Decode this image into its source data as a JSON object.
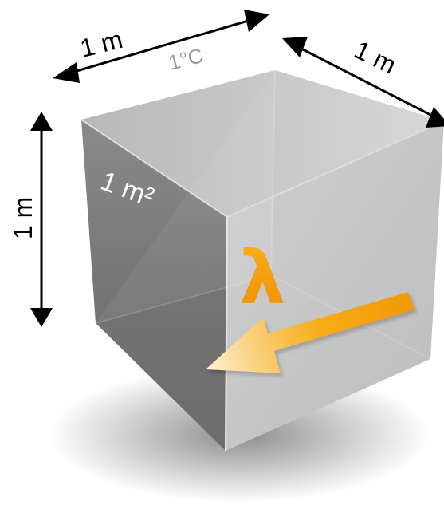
{
  "labels": {
    "width_top": "1 m",
    "depth_right": "1 m",
    "height_left": "1 m",
    "temperature": "1°C",
    "area": "1 m²",
    "lambda": "λ"
  },
  "colors": {
    "arrow_orange": "#f5a300",
    "cube_dark_face": "#7c7c7c",
    "cube_light_face": "#c8c8c8",
    "dimension_arrow": "#000000",
    "temperature_text": "#9a9a9a"
  },
  "icons": {
    "heat_flow": "heat-flow-arrow-icon",
    "dimension": "double-headed-arrow-icon"
  }
}
